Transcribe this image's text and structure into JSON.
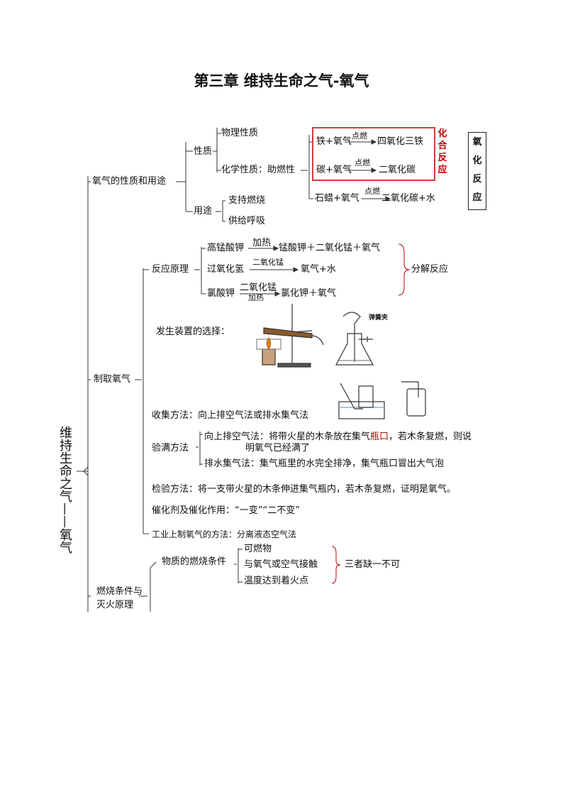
{
  "title": "第三章  维持生命之气-氧气",
  "root": {
    "label_top": "维持生命之气",
    "dash": "——",
    "label_bottom": "氧气"
  },
  "sections": {
    "props": {
      "label": "氧气的性质和用途",
      "nature": "性质",
      "physical": "物理性质",
      "chemical": "化学性质：助燃性",
      "reactions": [
        {
          "left": "铁+氧气",
          "cond": "点燃",
          "right": "四氧化三铁"
        },
        {
          "left": "碳+氧气",
          "cond": "点燃",
          "right": "二氧化碳"
        },
        {
          "left": "石蜡+氧气",
          "cond": "点燃",
          "right": "二氧化碳+水"
        }
      ],
      "combo_label": [
        "化",
        "合",
        "反",
        "应"
      ],
      "oxid_label": [
        "氧",
        "化",
        "反",
        "应"
      ],
      "use": "用途",
      "uses": [
        "支持燃烧",
        "供给呼吸"
      ]
    },
    "prep": {
      "label": "制取氧气",
      "principle": "反应原理",
      "reactions": [
        {
          "left": "高锰酸钾",
          "cond_top": "加热",
          "cond_bottom": "",
          "right": "锰酸钾＋二氧化锰＋氧气"
        },
        {
          "left": "过氧化氢",
          "cond_top": "二氧化锰",
          "cond_bottom": "",
          "right": "氧气+水"
        },
        {
          "left": "氯酸钾",
          "cond_top": "二氧化锰",
          "cond_bottom": "加热",
          "right": "氯化钾＋氧气"
        }
      ],
      "decomp": "分解反应",
      "device": "发生装置的选择：",
      "clip_label": "弹簧夹",
      "collect": "收集方法：向上排空气法或排水集气法",
      "check_full": "验满方法",
      "full_air_pre": "向上排空气法：将带火星的木条放在集气",
      "full_air_red": "瓶口",
      "full_air_post": "，若木条复燃，则说",
      "full_air_line2": "明氧气已经满了",
      "full_water": "排水集气法：集气瓶里的水完全排净，集气瓶口冒出大气泡",
      "inspect": "检验方法：将一支带火星的木条伸进集气瓶内，若木条复燃，证明是氧气。",
      "catalyst": "催化剂及催化作用：“一变”“二不变”",
      "industry": "工业上制氧气的方法：分离液态空气法"
    },
    "burn": {
      "label_line1": "燃烧条件与",
      "label_line2": "灭火原理",
      "conditions": "物质的燃烧条件",
      "items": [
        "可燃物",
        "与氧气或空气接触",
        "温度达到着火点"
      ],
      "summary": "三者缺一不可"
    }
  }
}
